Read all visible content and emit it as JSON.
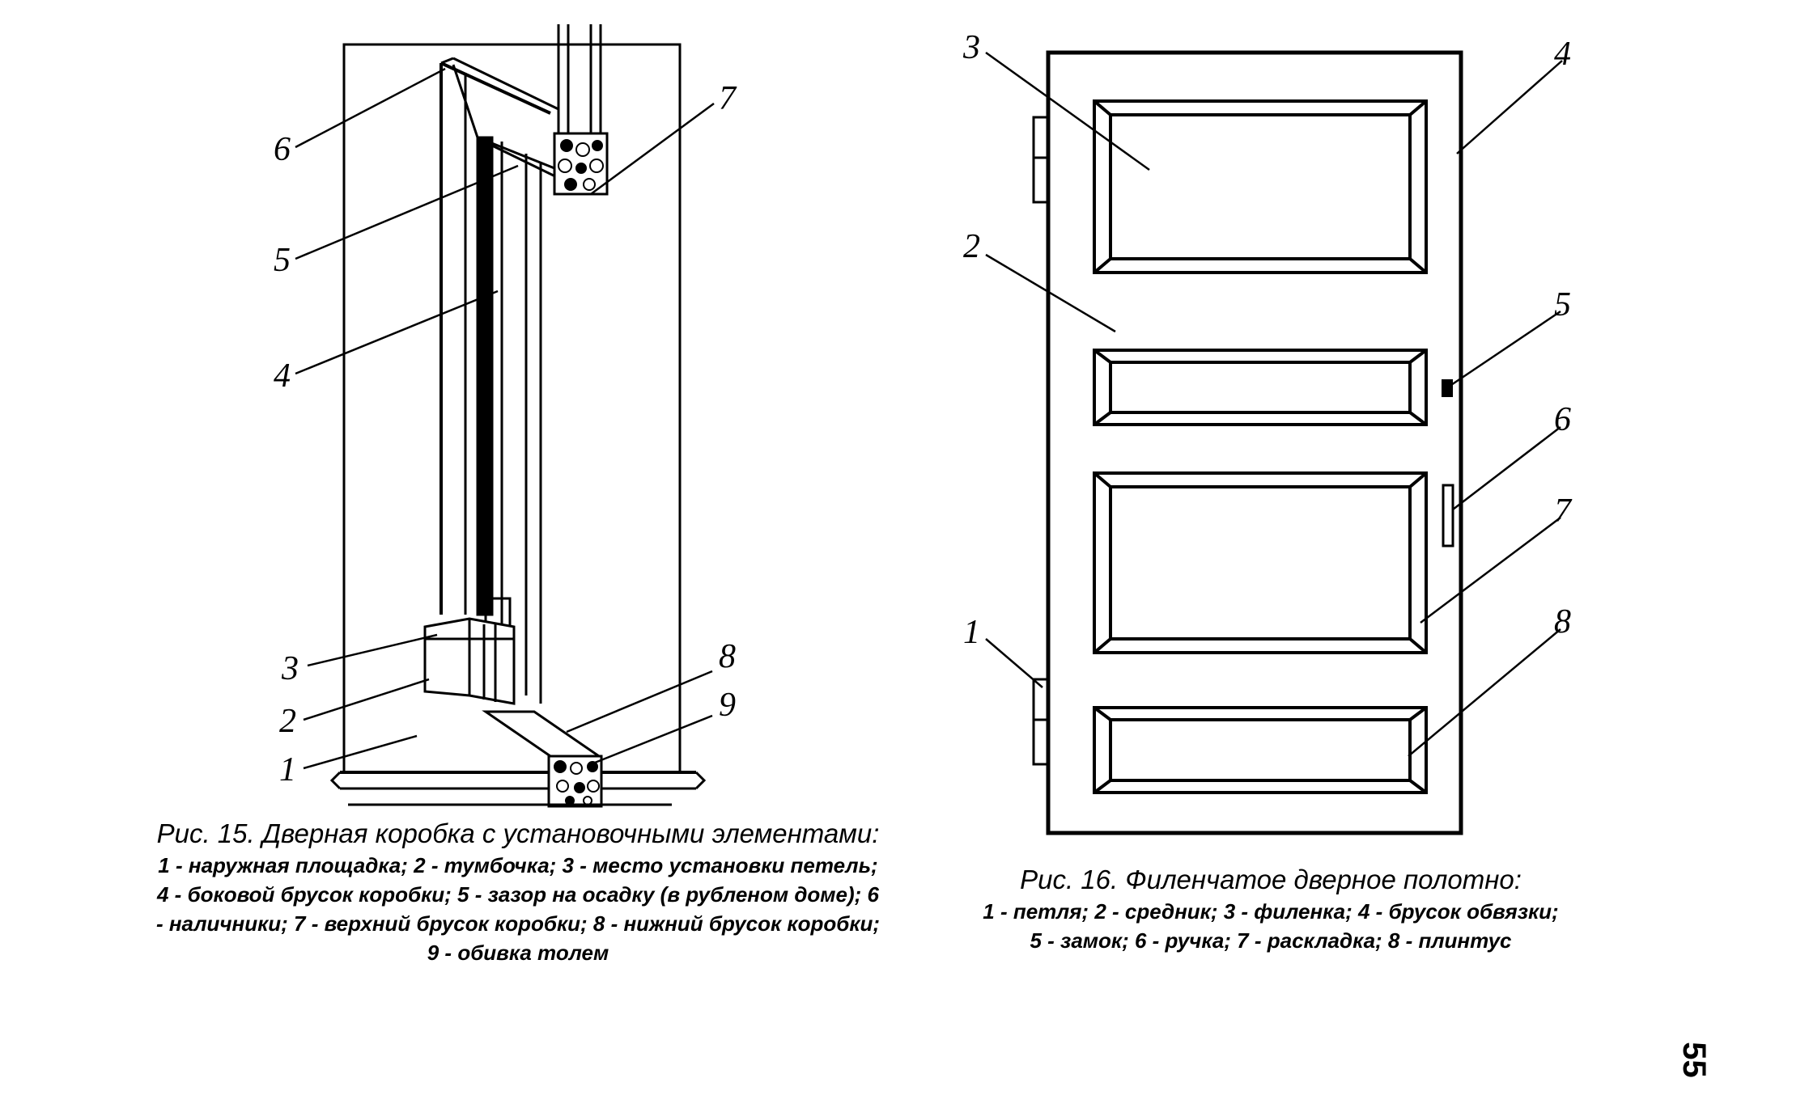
{
  "figure15": {
    "title": "Рис. 15. Дверная коробка с установочными элементами:",
    "legend": "1 - наружная площадка; 2 - тумбочка; 3 - место установки петель; 4 - боковой брусок коробки; 5 - зазор на осадку (в рубленом доме); 6 - наличники; 7 - верхний брусок коробки; 8 - нижний брусок коробки; 9 - обивка толем",
    "callouts": [
      "1",
      "2",
      "3",
      "4",
      "5",
      "6",
      "7",
      "8",
      "9"
    ]
  },
  "figure16": {
    "title": "Рис. 16. Филенчатое дверное полотно:",
    "legend_line1": "1 - петля; 2 - средник; 3 - филенка; 4 - брусок обвязки;",
    "legend_line2": "5 - замок; 6 - ручка; 7 - раскладка; 8 - плинтус",
    "callouts": [
      "1",
      "2",
      "3",
      "4",
      "5",
      "6",
      "7",
      "8"
    ]
  },
  "page_number": "55"
}
